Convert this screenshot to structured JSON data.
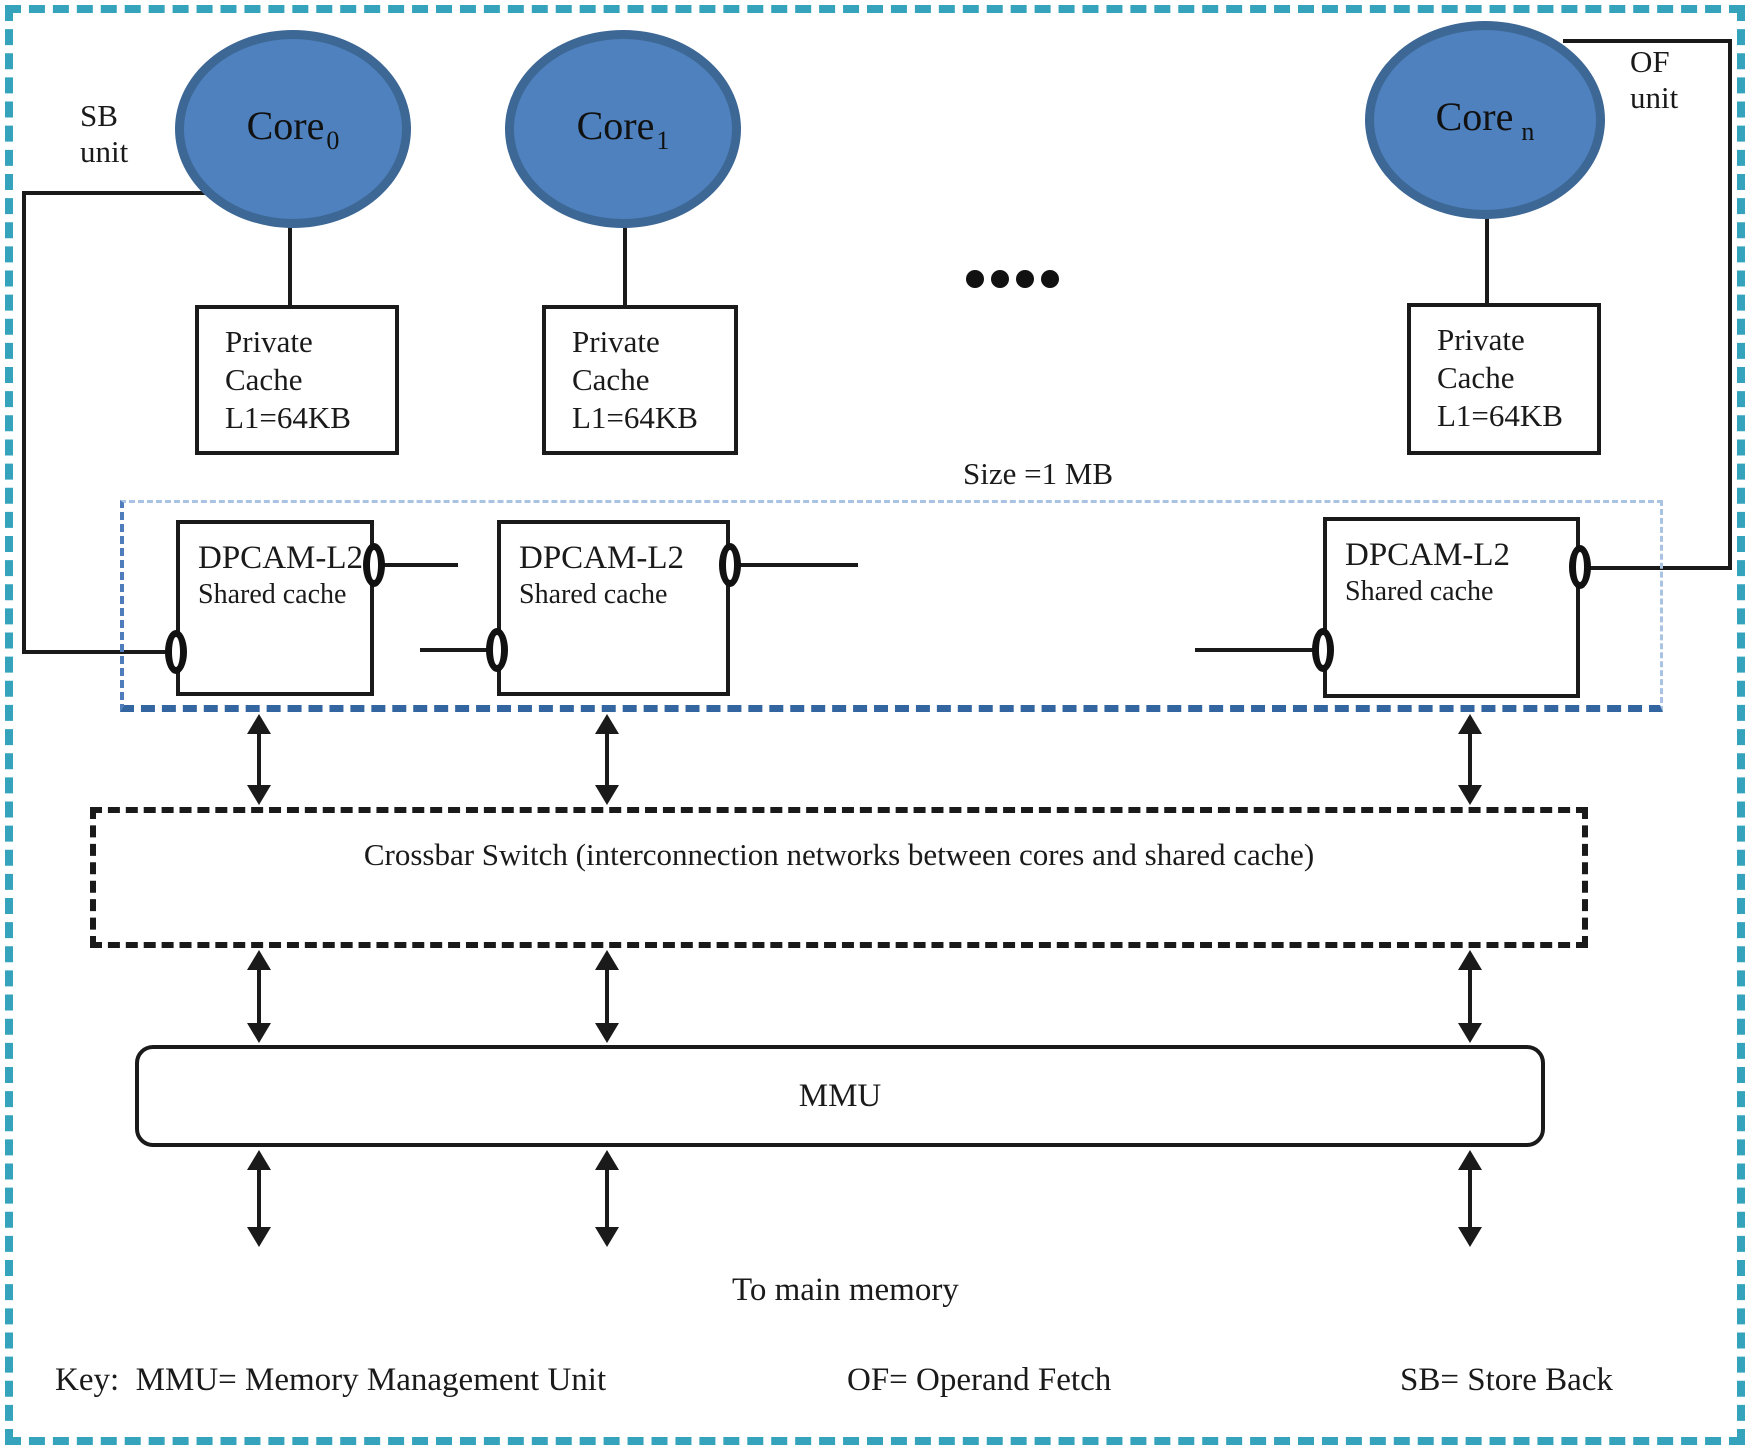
{
  "cores": [
    {
      "base": "Core",
      "sub": "0"
    },
    {
      "base": "Core",
      "sub": "1"
    },
    {
      "base": "Core",
      "sub": "n"
    }
  ],
  "labels": {
    "sb_unit": "SB\nunit",
    "of_unit": "OF\nunit",
    "private_cache": "Private\nCache\nL1=64KB",
    "size": "Size =1 MB",
    "to_main_memory": "To main memory"
  },
  "dpcam": {
    "title": "DPCAM-L2",
    "subtitle": "Shared cache"
  },
  "crossbar": {
    "label": "Crossbar Switch (interconnection networks between cores and shared cache)"
  },
  "mmu": {
    "label": "MMU"
  },
  "key": {
    "lead": "Key:  MMU= Memory Management Unit",
    "of": "OF= Operand Fetch",
    "sb": "SB= Store Back"
  },
  "colors": {
    "core_fill": "#4e81bd",
    "core_stroke": "#3d6795",
    "outer_border_teal": "#35a3bc",
    "container_dash_light": "#a9c3e3",
    "container_dash_dark": "#3365a0",
    "ink": "#1a1a1a"
  }
}
